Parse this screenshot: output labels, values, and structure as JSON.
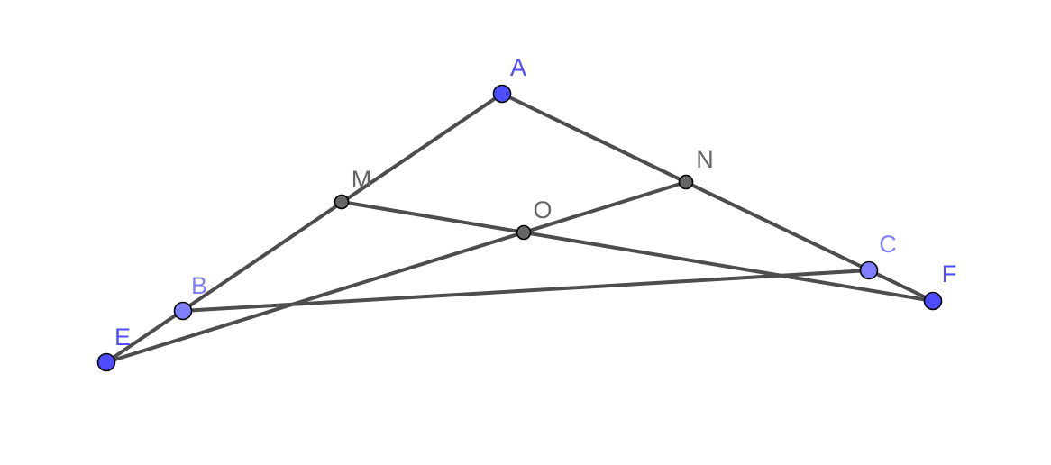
{
  "points": [
    {
      "name": "A",
      "kind": "free",
      "color": "#4d4dff"
    },
    {
      "name": "B",
      "kind": "on-segment",
      "color": "#7f7fff"
    },
    {
      "name": "C",
      "kind": "on-segment",
      "color": "#7f7fff"
    },
    {
      "name": "E",
      "kind": "free",
      "color": "#4d4dff"
    },
    {
      "name": "F",
      "kind": "free",
      "color": "#4d4dff"
    },
    {
      "name": "M",
      "kind": "derived",
      "color": "#666666"
    },
    {
      "name": "N",
      "kind": "derived",
      "color": "#666666"
    },
    {
      "name": "O",
      "kind": "derived",
      "color": "#666666"
    }
  ],
  "segments": [
    [
      "E",
      "A"
    ],
    [
      "A",
      "F"
    ],
    [
      "M",
      "F"
    ],
    [
      "E",
      "N"
    ],
    [
      "B",
      "C"
    ]
  ],
  "line_color": "#4d4d4d"
}
